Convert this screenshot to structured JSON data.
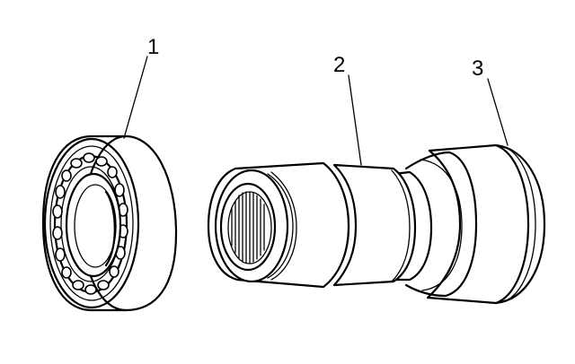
{
  "callouts": {
    "bearing": "1",
    "sleeve": "2",
    "housing": "3"
  }
}
